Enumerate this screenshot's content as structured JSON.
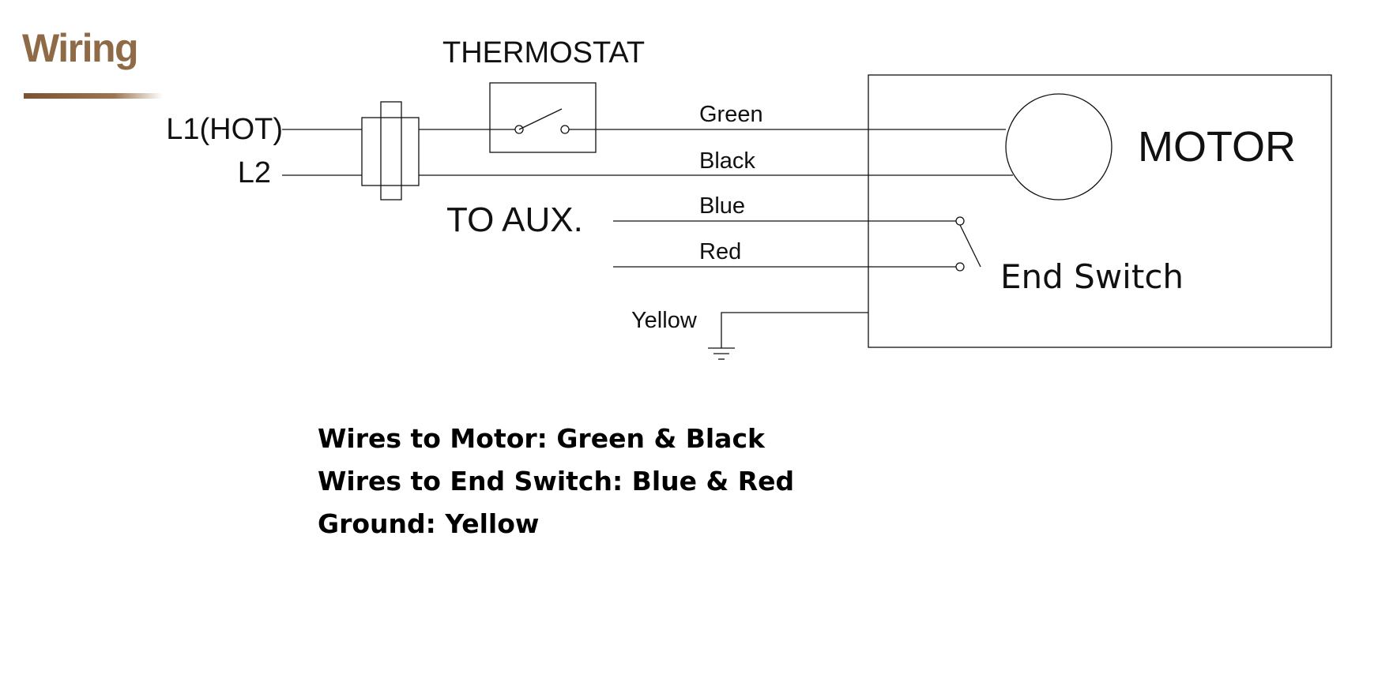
{
  "header": {
    "title": "Wiring"
  },
  "diagram": {
    "supply": {
      "line1": "L1(HOT)",
      "line2": "L2"
    },
    "thermostat_label": "THERMOSTAT",
    "aux_label": "TO AUX.",
    "motor_label": "MOTOR",
    "end_switch_label": "End Switch",
    "wires": {
      "green": "Green",
      "black": "Black",
      "blue": "Blue",
      "red": "Red",
      "yellow": "Yellow"
    }
  },
  "notes": [
    "Wires to Motor: Green & Black",
    "Wires to End Switch: Blue & Red",
    "Ground: Yellow"
  ],
  "colors": {
    "brand": "#8f6a47",
    "line": "#111111"
  }
}
